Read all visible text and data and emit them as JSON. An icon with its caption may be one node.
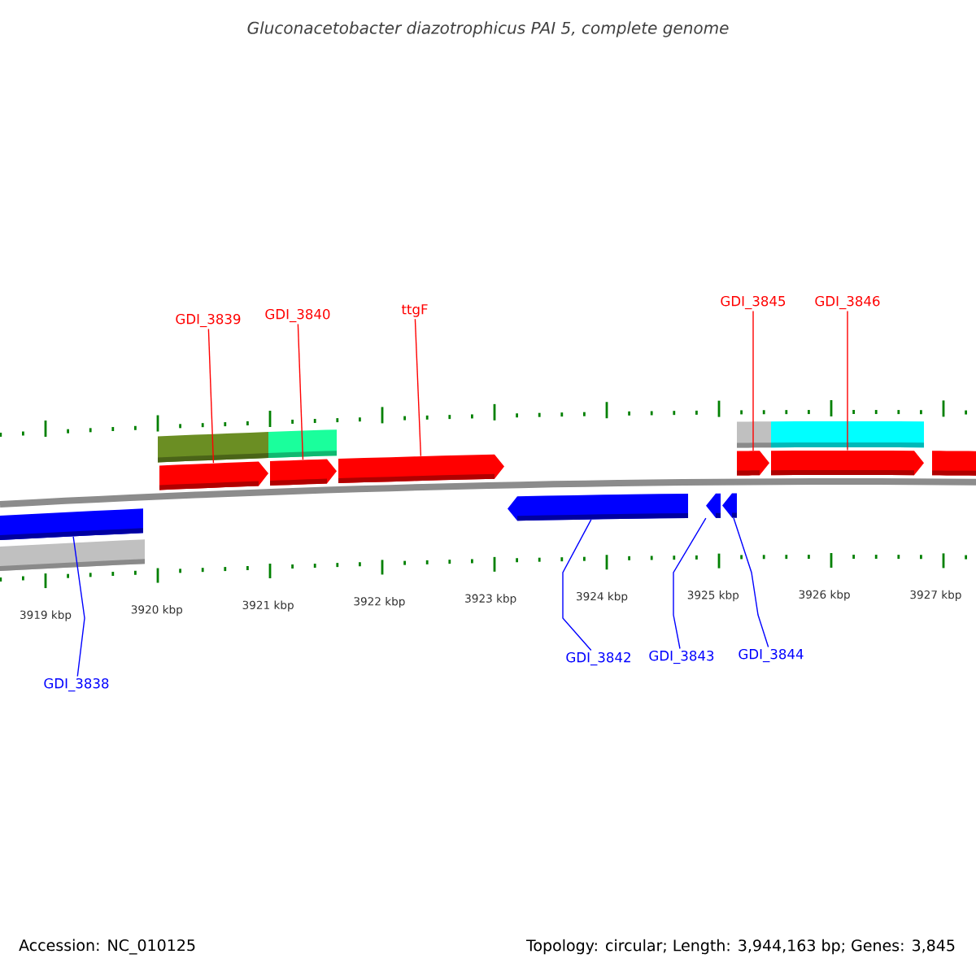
{
  "diagram": {
    "title": "Gluconacetobacter diazotrophicus PAI 5, complete genome",
    "nodes": [
      {
        "text": [
          "GDI_3839"
        ]
      },
      {
        "text": [
          "GDI_3840"
        ]
      },
      {
        "text": [
          "ttgF"
        ]
      },
      {
        "text": [
          "GDI_3845"
        ]
      },
      {
        "text": [
          "GDI_3846"
        ]
      },
      {
        "text": [],
        "shape": "bar"
      },
      {
        "text": [],
        "shape": "bar"
      },
      {
        "text": [],
        "shape": "bar"
      },
      {
        "text": [],
        "shape": "bar"
      },
      {
        "text": [],
        "shape": "bar"
      },
      {
        "text": [],
        "shape": "bar"
      },
      {
        "text": [],
        "shape": "bar"
      },
      {
        "text": [],
        "shape": "bar"
      },
      {
        "text": [],
        "shape": "bar"
      },
      {
        "text": [
          "GDI_3838"
        ]
      },
      {
        "text": [
          "GDI_3842"
        ]
      },
      {
        "text": [
          "GDI_3843"
        ]
      },
      {
        "text": [
          "GDI_3844"
        ]
      }
    ],
    "edges": [
      {
        "from": 0,
        "to": 5,
        "arrow": "none"
      },
      {
        "from": 1,
        "to": 6,
        "arrow": "none"
      },
      {
        "from": 2,
        "to": 7,
        "arrow": "none"
      },
      {
        "from": 3,
        "to": 8,
        "arrow": "none"
      },
      {
        "from": 4,
        "to": 9,
        "arrow": "none"
      },
      {
        "from": 14,
        "to": 10,
        "arrow": "none",
        "color": "#0000ff"
      },
      {
        "from": 15,
        "to": 11,
        "arrow": "none",
        "color": "#0000ff"
      },
      {
        "from": 16,
        "to": 12,
        "arrow": "none",
        "color": "#0000ff"
      },
      {
        "from": 17,
        "to": 13,
        "arrow": "none",
        "color": "#0000ff"
      }
    ],
    "labels": [
      "3919 kbp",
      "3920 kbp",
      "3921 kbp",
      "3922 kbp",
      "3923 kbp",
      "3924 kbp",
      "3925 kbp",
      "3926 kbp",
      "3927 kbp",
      "Accession: NC_010125",
      "Topology: circular; Length: 3,944,163 bp; Genes: 3,845"
    ]
  }
}
